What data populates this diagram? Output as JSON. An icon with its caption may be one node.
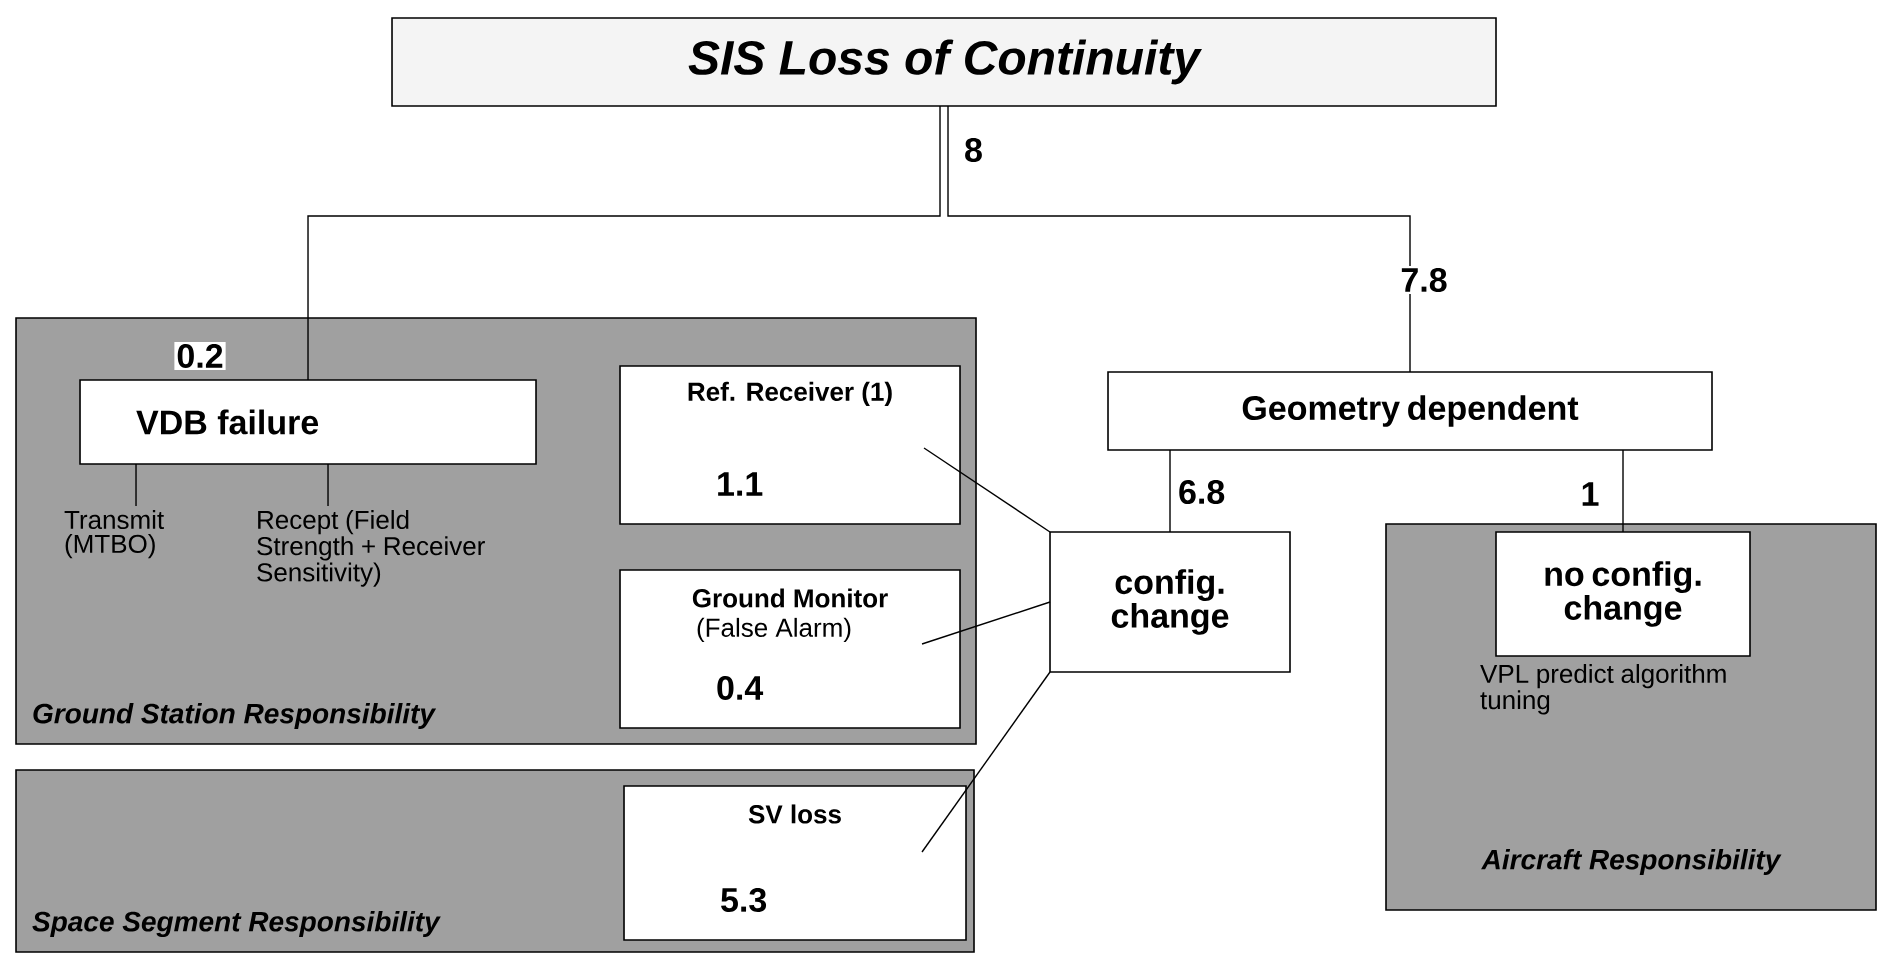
{
  "diagram": {
    "nodes": [
      {
        "text": [
          "SIS Loss of Continuity"
        ]
      },
      {
        "text": [
          "Ground Station Responsibility"
        ]
      },
      {
        "text": [
          "VDB failure"
        ],
        "in": 1
      },
      {
        "text": [
          "Transmit (MTBO)"
        ],
        "in": 1
      },
      {
        "text": [
          "Recept (Field Strength + Receiver Sensitivity)"
        ],
        "in": 1
      },
      {
        "text": [
          "Ref. Receiver (1)",
          "1.1"
        ],
        "in": 1
      },
      {
        "text": [
          "Ground Monitor",
          "(False Alarm)",
          "0.4"
        ],
        "in": 1
      },
      {
        "text": [
          "Space Segment Responsibility"
        ]
      },
      {
        "text": [
          "SV loss",
          "5.3"
        ],
        "in": 7
      },
      {
        "text": [
          "Geometry dependent"
        ]
      },
      {
        "text": [
          "config. change"
        ]
      },
      {
        "text": [
          "Aircraft Responsibility"
        ]
      },
      {
        "text": [
          "no config. change"
        ],
        "in": 11,
        "beside": [
          "VPL predict algorithm tuning"
        ]
      }
    ],
    "edges": [
      {
        "from": 0,
        "to": 2,
        "arrow": "none",
        "label": "0.2"
      },
      {
        "from": 0,
        "to": 9,
        "arrow": "none",
        "label": "7.8"
      },
      {
        "from": 9,
        "to": 10,
        "arrow": "none",
        "label": "6.8"
      },
      {
        "from": 9,
        "to": 12,
        "arrow": "none",
        "label": "1"
      },
      {
        "from": 2,
        "to": 3,
        "arrow": "none"
      },
      {
        "from": 2,
        "to": 4,
        "arrow": "none"
      },
      {
        "from": 5,
        "to": 10,
        "arrow": "none"
      },
      {
        "from": 6,
        "to": 10,
        "arrow": "none"
      },
      {
        "from": 8,
        "to": 10,
        "arrow": "none"
      }
    ],
    "labels": [
      "8"
    ]
  }
}
